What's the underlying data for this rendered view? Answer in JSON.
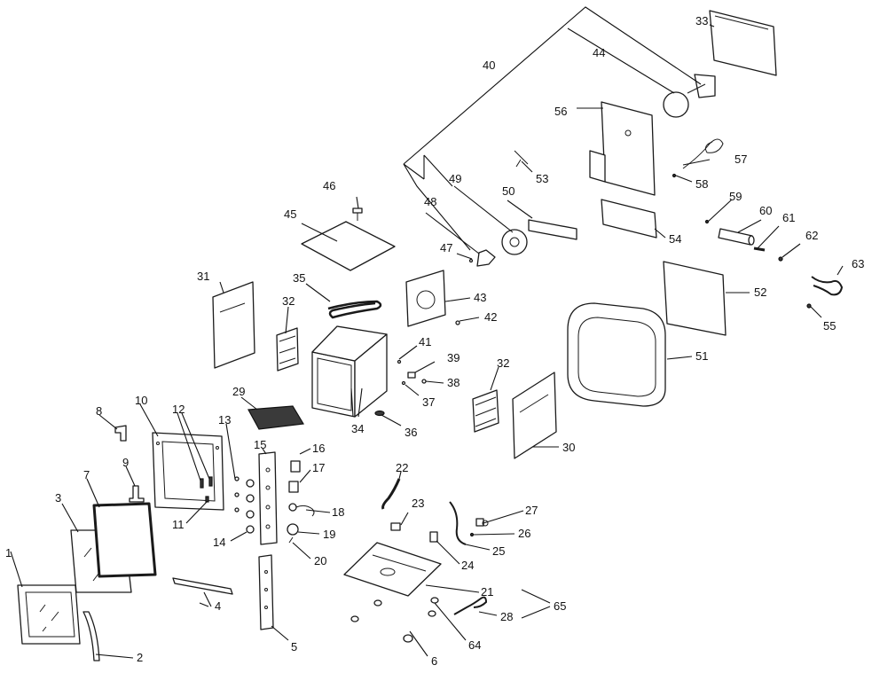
{
  "diagram": {
    "labels": [
      {
        "id": "1",
        "text": "1"
      },
      {
        "id": "2",
        "text": "2"
      },
      {
        "id": "3",
        "text": "3"
      },
      {
        "id": "4",
        "text": "4"
      },
      {
        "id": "5",
        "text": "5"
      },
      {
        "id": "6",
        "text": "6"
      },
      {
        "id": "7",
        "text": "7"
      },
      {
        "id": "8",
        "text": "8"
      },
      {
        "id": "9",
        "text": "9"
      },
      {
        "id": "10",
        "text": "10"
      },
      {
        "id": "11",
        "text": "11"
      },
      {
        "id": "12",
        "text": "12"
      },
      {
        "id": "13",
        "text": "13"
      },
      {
        "id": "14",
        "text": "14"
      },
      {
        "id": "15",
        "text": "15"
      },
      {
        "id": "16",
        "text": "16"
      },
      {
        "id": "17",
        "text": "17"
      },
      {
        "id": "18",
        "text": "18"
      },
      {
        "id": "19",
        "text": "19"
      },
      {
        "id": "20",
        "text": "20"
      },
      {
        "id": "21",
        "text": "21"
      },
      {
        "id": "22",
        "text": "22"
      },
      {
        "id": "23",
        "text": "23"
      },
      {
        "id": "24",
        "text": "24"
      },
      {
        "id": "25",
        "text": "25"
      },
      {
        "id": "26",
        "text": "26"
      },
      {
        "id": "27",
        "text": "27"
      },
      {
        "id": "28",
        "text": "28"
      },
      {
        "id": "29",
        "text": "29"
      },
      {
        "id": "30",
        "text": "30"
      },
      {
        "id": "31",
        "text": "31"
      },
      {
        "id": "32a",
        "text": "32"
      },
      {
        "id": "32b",
        "text": "32"
      },
      {
        "id": "33",
        "text": "33"
      },
      {
        "id": "34",
        "text": "34"
      },
      {
        "id": "35",
        "text": "35"
      },
      {
        "id": "36",
        "text": "36"
      },
      {
        "id": "37",
        "text": "37"
      },
      {
        "id": "38",
        "text": "38"
      },
      {
        "id": "39",
        "text": "39"
      },
      {
        "id": "40",
        "text": "40"
      },
      {
        "id": "41",
        "text": "41"
      },
      {
        "id": "42",
        "text": "42"
      },
      {
        "id": "43",
        "text": "43"
      },
      {
        "id": "44",
        "text": "44"
      },
      {
        "id": "45",
        "text": "45"
      },
      {
        "id": "46",
        "text": "46"
      },
      {
        "id": "47",
        "text": "47"
      },
      {
        "id": "48",
        "text": "48"
      },
      {
        "id": "49",
        "text": "49"
      },
      {
        "id": "50",
        "text": "50"
      },
      {
        "id": "51",
        "text": "51"
      },
      {
        "id": "52",
        "text": "52"
      },
      {
        "id": "53",
        "text": "53"
      },
      {
        "id": "54",
        "text": "54"
      },
      {
        "id": "55",
        "text": "55"
      },
      {
        "id": "56",
        "text": "56"
      },
      {
        "id": "57",
        "text": "57"
      },
      {
        "id": "58",
        "text": "58"
      },
      {
        "id": "59",
        "text": "59"
      },
      {
        "id": "60",
        "text": "60"
      },
      {
        "id": "61",
        "text": "61"
      },
      {
        "id": "62",
        "text": "62"
      },
      {
        "id": "63",
        "text": "63"
      },
      {
        "id": "64",
        "text": "64"
      },
      {
        "id": "65",
        "text": "65"
      }
    ]
  }
}
